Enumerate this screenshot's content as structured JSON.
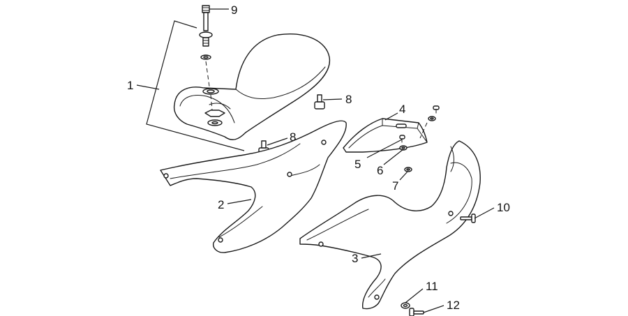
{
  "diagram": {
    "callouts": [
      {
        "id": "c9",
        "label": "9"
      },
      {
        "id": "c1",
        "label": "1"
      },
      {
        "id": "c8a",
        "label": "8"
      },
      {
        "id": "c8b",
        "label": "8"
      },
      {
        "id": "c4",
        "label": "4"
      },
      {
        "id": "c5",
        "label": "5"
      },
      {
        "id": "c6",
        "label": "6"
      },
      {
        "id": "c7",
        "label": "7"
      },
      {
        "id": "c2",
        "label": "2"
      },
      {
        "id": "c10",
        "label": "10"
      },
      {
        "id": "c3",
        "label": "3"
      },
      {
        "id": "c11",
        "label": "11"
      },
      {
        "id": "c12",
        "label": "12"
      }
    ]
  }
}
